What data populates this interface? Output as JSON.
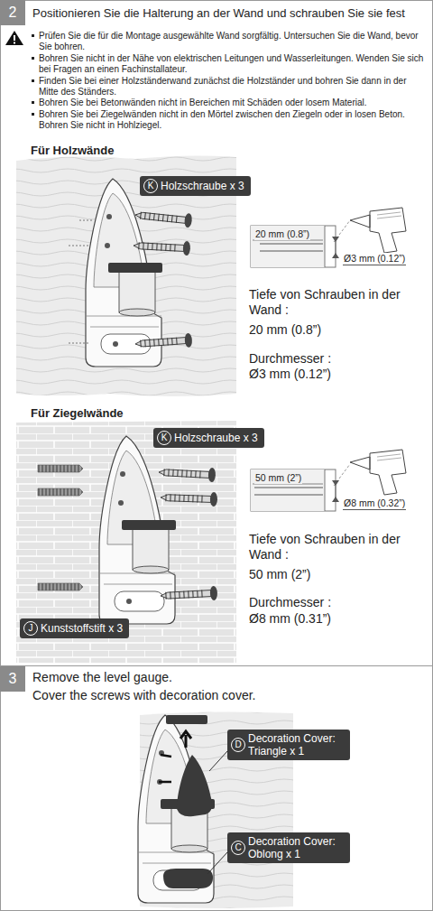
{
  "diagram": {
    "nodes": [
      {
        "text": [
          "2"
        ]
      },
      {
        "text": [
          "K",
          "Holzschraube x 3"
        ]
      },
      {
        "text": [
          "K",
          "Holzschraube x 3"
        ]
      },
      {
        "text": [
          "J",
          "Kunststoffstift x 3"
        ]
      },
      {
        "text": [
          "3"
        ]
      },
      {
        "text": [
          "D",
          "Decoration Cover: Triangle x 1"
        ]
      },
      {
        "text": [
          "C",
          "Decoration Cover: Oblong x 1"
        ]
      }
    ],
    "labels": [
      "Positionieren Sie die Halterung an der Wand und schrauben Sie sie fest",
      "Prüfen Sie die für die Montage ausgewählte Wand sorgfältig. Untersuchen Sie die Wand, bevor Sie bohren.",
      "Bohren Sie nicht in der Nähe von elektrischen Leitungen und Wasserleitungen. Wenden Sie sich bei Fragen an einen Fachinstallateur.",
      "Finden Sie bei einer Holzständerwand zunächst die Holzständer und bohren Sie dann in der Mitte des Ständers.",
      "Bohren Sie bei Betonwänden nicht in Bereichen mit Schäden oder losem Material.",
      "Bohren Sie bei Ziegelwänden nicht in den Mörtel zwischen den Ziegeln oder in losen Beton. Bohren Sie nicht in Hohlziegel.",
      "Für Holzwände",
      "20 mm (0.8”)",
      "Ø3 mm (0.12”)",
      "Tiefe von Schrauben in der Wand :",
      "20 mm (0.8”)",
      "Durchmesser :",
      "Ø3 mm (0.12”)",
      "Für Ziegelwände",
      "50 mm (2”)",
      "Ø8 mm (0.32”)",
      "Tiefe von Schrauben in der Wand :",
      "50 mm (2”)",
      "Durchmesser :",
      "Ø8 mm (0.31”)",
      "Remove the level gauge.",
      "Cover the screws with decoration cover."
    ]
  }
}
